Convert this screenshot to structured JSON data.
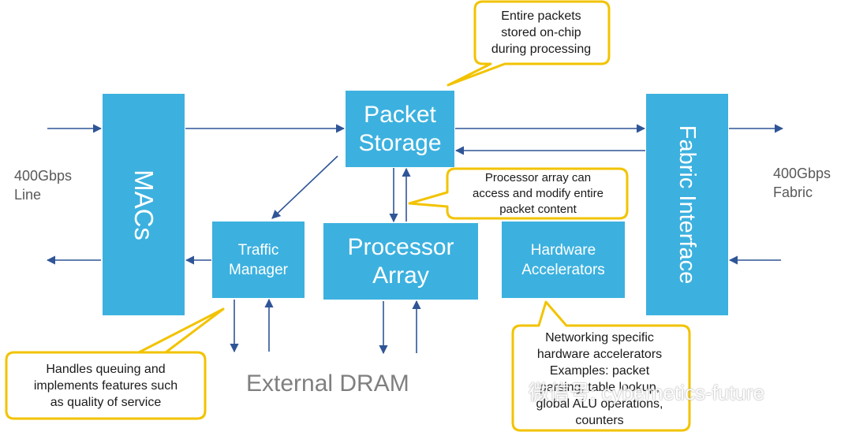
{
  "colors": {
    "block_fill": "#3cb1df",
    "arrow": "#2f5597",
    "callout_border": "#f2c300",
    "label_gray": "#595959",
    "dram_gray": "#7f7f7f"
  },
  "blocks": {
    "macs": "MACs",
    "packet_storage": "Packet\nStorage",
    "traffic_manager": "Traffic\nManager",
    "processor_array": "Processor\nArray",
    "hardware_accelerators": "Hardware\nAccelerators",
    "fabric_interface": "Fabric Interface"
  },
  "labels": {
    "line": "400Gbps\nLine",
    "fabric": "400Gbps\nFabric",
    "external_dram": "External DRAM"
  },
  "callouts": {
    "on_chip": "Entire packets\nstored on-chip\nduring processing",
    "processor_access": "Processor array can\naccess and modify entire\npacket content",
    "traffic_qos": "Handles queuing and\nimplements features such\nas quality of service",
    "accelerators": "Networking specific\nhardware accelerators\nExamples: packet\nparsing, table lookup,\nglobal ALU operations,\ncounters"
  },
  "watermark": "微信号: cybernetics-future"
}
